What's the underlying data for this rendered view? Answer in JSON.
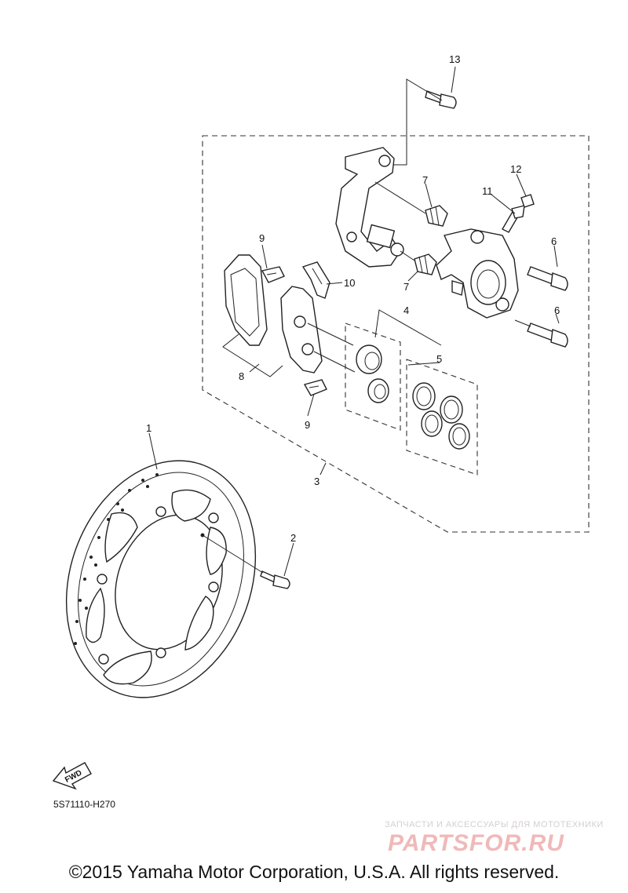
{
  "callouts": {
    "c1": "1",
    "c2": "2",
    "c3": "3",
    "c4": "4",
    "c5": "5",
    "c6a": "6",
    "c6b": "6",
    "c7a": "7",
    "c7b": "7",
    "c8": "8",
    "c9a": "9",
    "c9b": "9",
    "c10": "10",
    "c11": "11",
    "c12": "12",
    "c13": "13"
  },
  "fwd_label": "FWD",
  "diagram_code": "5S71110-H270",
  "watermark": {
    "tagline": "ЗАПЧАСТИ И АКСЕССУАРЫ ДЛЯ МОТОТЕХНИКИ",
    "logo": "PARTSFOR.RU"
  },
  "copyright": "©2015 Yamaha Motor Corporation, U.S.A. All rights reserved.",
  "colors": {
    "ink": "#222222",
    "watermark": "#f0b9b9"
  }
}
